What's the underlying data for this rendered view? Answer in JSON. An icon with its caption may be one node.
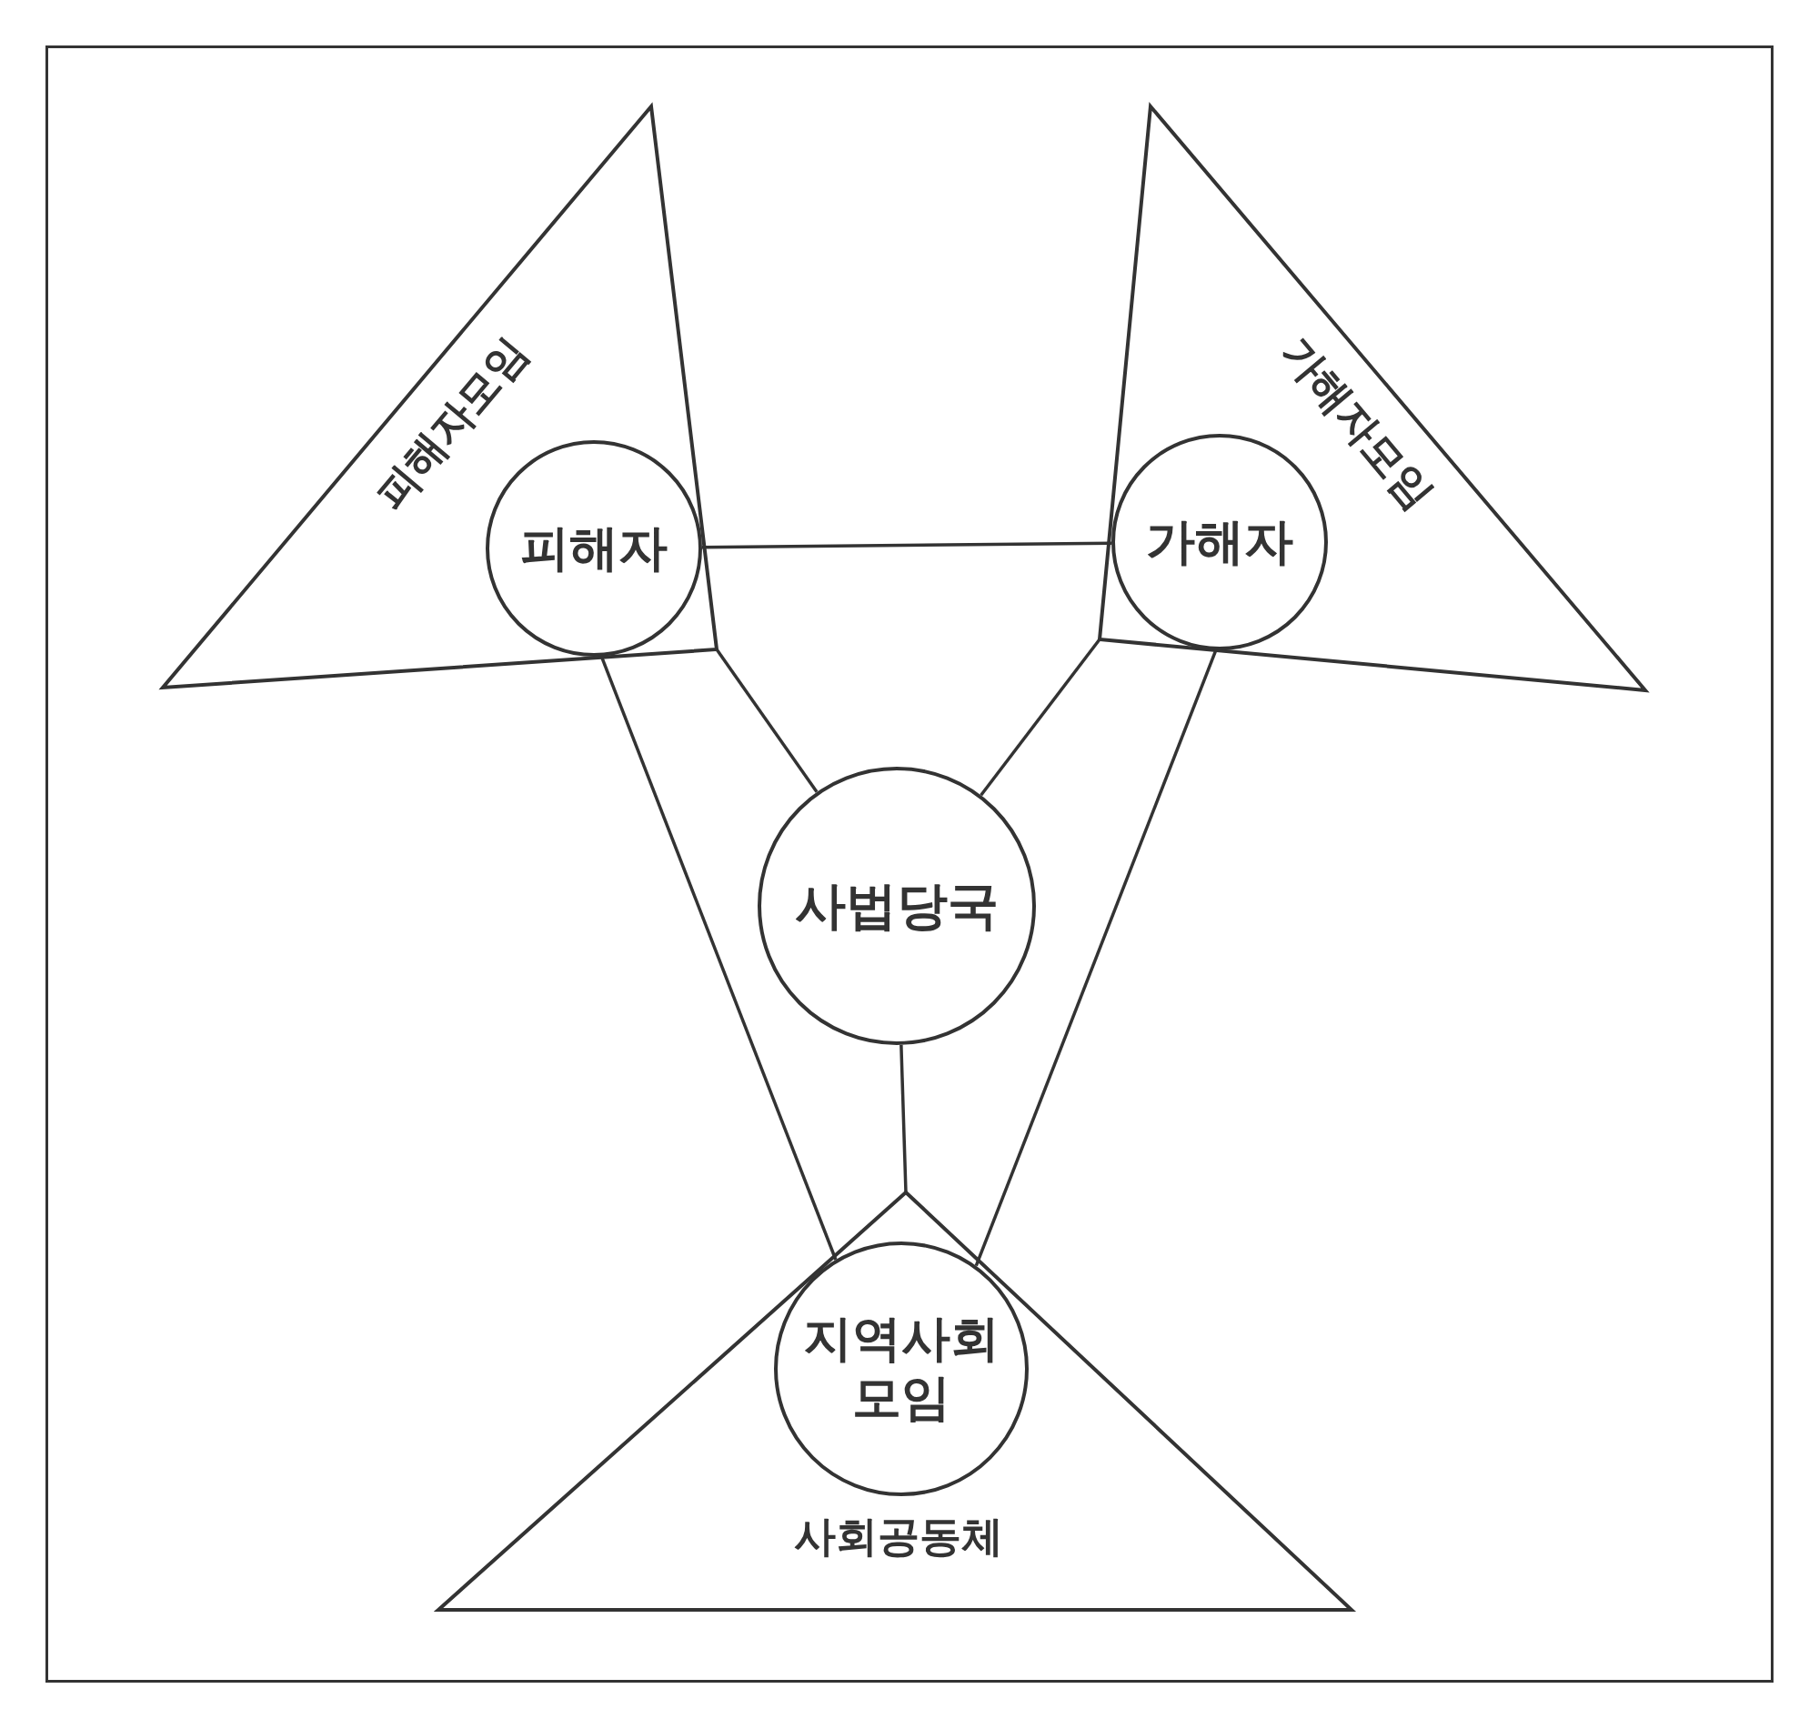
{
  "diagram": {
    "nodes": [
      {
        "text": [
          "피해자모임"
        ]
      },
      {
        "text": [
          "피해자"
        ],
        "in": 0
      },
      {
        "text": [
          "가해자모임"
        ]
      },
      {
        "text": [
          "가해자"
        ],
        "in": 2
      },
      {
        "text": [
          "사법당국"
        ]
      },
      {
        "text": [
          "사회공동체"
        ]
      },
      {
        "text": [
          "지역사회 모임"
        ],
        "in": 5
      }
    ],
    "edges": [
      {
        "from": 1,
        "to": 3,
        "arrow": "none"
      },
      {
        "from": 0,
        "to": 4,
        "arrow": "none"
      },
      {
        "from": 2,
        "to": 4,
        "arrow": "none"
      },
      {
        "from": 1,
        "to": 6,
        "arrow": "none"
      },
      {
        "from": 3,
        "to": 6,
        "arrow": "none"
      },
      {
        "from": 4,
        "to": 5,
        "arrow": "none"
      }
    ]
  }
}
